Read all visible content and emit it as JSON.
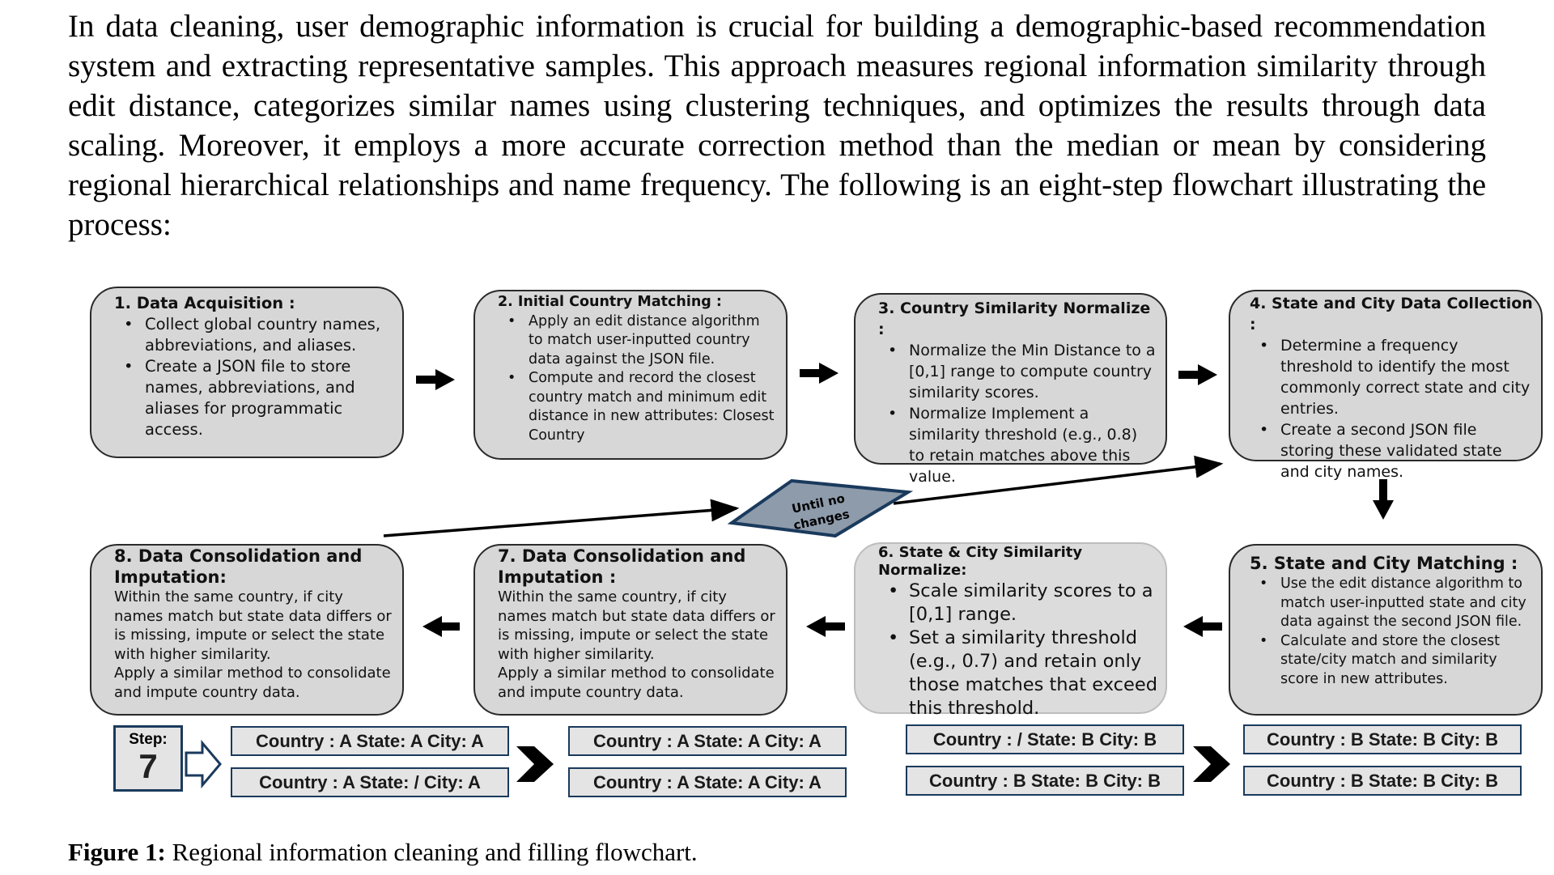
{
  "intro": "In data cleaning, user demographic information is crucial for building a demographic-based recommendation system and extracting representative samples. This approach measures regional information similarity through edit distance, categorizes similar names using clustering techniques, and optimizes the results through data scaling. Moreover, it employs a more accurate correction method than the median or mean by considering regional hierarchical relationships and name frequency. The following is an eight-step flowchart illustrating the process:",
  "steps": {
    "s1": {
      "title": "1. Data Acquisition :",
      "bullets": [
        "Collect global country names, abbreviations, and aliases.",
        "Create a JSON file to store names, abbreviations, and aliases for programmatic access."
      ]
    },
    "s2": {
      "title": "2. Initial Country Matching :",
      "bullets": [
        "Apply an edit distance algorithm to match user-inputted country data against the JSON file.",
        "Compute and record the closest country match and minimum edit distance in new attributes: Closest Country"
      ]
    },
    "s3": {
      "title": "3. Country Similarity Normalize :",
      "bullets": [
        " Normalize the Min Distance to a [0,1] range to compute country similarity scores.",
        " Normalize Implement a similarity threshold (e.g., 0.8) to retain matches above this value."
      ]
    },
    "s4": {
      "title": "4. State and City Data Collection :",
      "bullets": [
        "Determine a frequency threshold to identify the most commonly correct state and city entries.",
        "Create a second JSON file storing these validated state and city names."
      ]
    },
    "s5": {
      "title": "5. State and City Matching :",
      "bullets": [
        "Use the edit distance algorithm to match user-inputted state and city data against the second JSON file.",
        "Calculate and store the closest state/city match and similarity score in new attributes."
      ]
    },
    "s6": {
      "title": "6. State & City Similarity Normalize:",
      "bullets": [
        "Scale similarity scores to a [0,1] range.",
        "Set a similarity threshold (e.g., 0.7) and retain only those matches that exceed this threshold."
      ]
    },
    "s7": {
      "title": "7. Data Consolidation and Imputation :",
      "para1": "Within the same country, if city names match but state data differs or is missing, impute or select the state with higher similarity.",
      "para2": "Apply a similar method to consolidate and impute country data."
    },
    "s8": {
      "title": "8. Data Consolidation and Imputation:",
      "para1": "Within the same country, if city names match but state data differs or is missing, impute or select the state with higher similarity.",
      "para2": "Apply a similar method to consolidate and impute country data."
    }
  },
  "loop_label_1": "Until no",
  "loop_label_2": "changes",
  "example": {
    "step_label": "Step:",
    "step_number": "7",
    "left_before": [
      "Country : A State: A City: A",
      "Country : A State: / City: A"
    ],
    "left_after": [
      "Country : A State: A City: A",
      "Country : A State: A City: A"
    ],
    "right_before": [
      "Country : / State: B City: B",
      "Country : B State: B City: B"
    ],
    "right_after": [
      "Country : B State: B City: B",
      "Country : B State: B City: B"
    ]
  },
  "caption": {
    "label": "Figure 1:",
    "text": " Regional information cleaning and filling flowchart."
  },
  "colors": {
    "box_fill": "#d7d7d7",
    "box_border": "#2a2a2a",
    "diamond_fill": "#8e9bab",
    "example_border": "#1a3a5c"
  }
}
